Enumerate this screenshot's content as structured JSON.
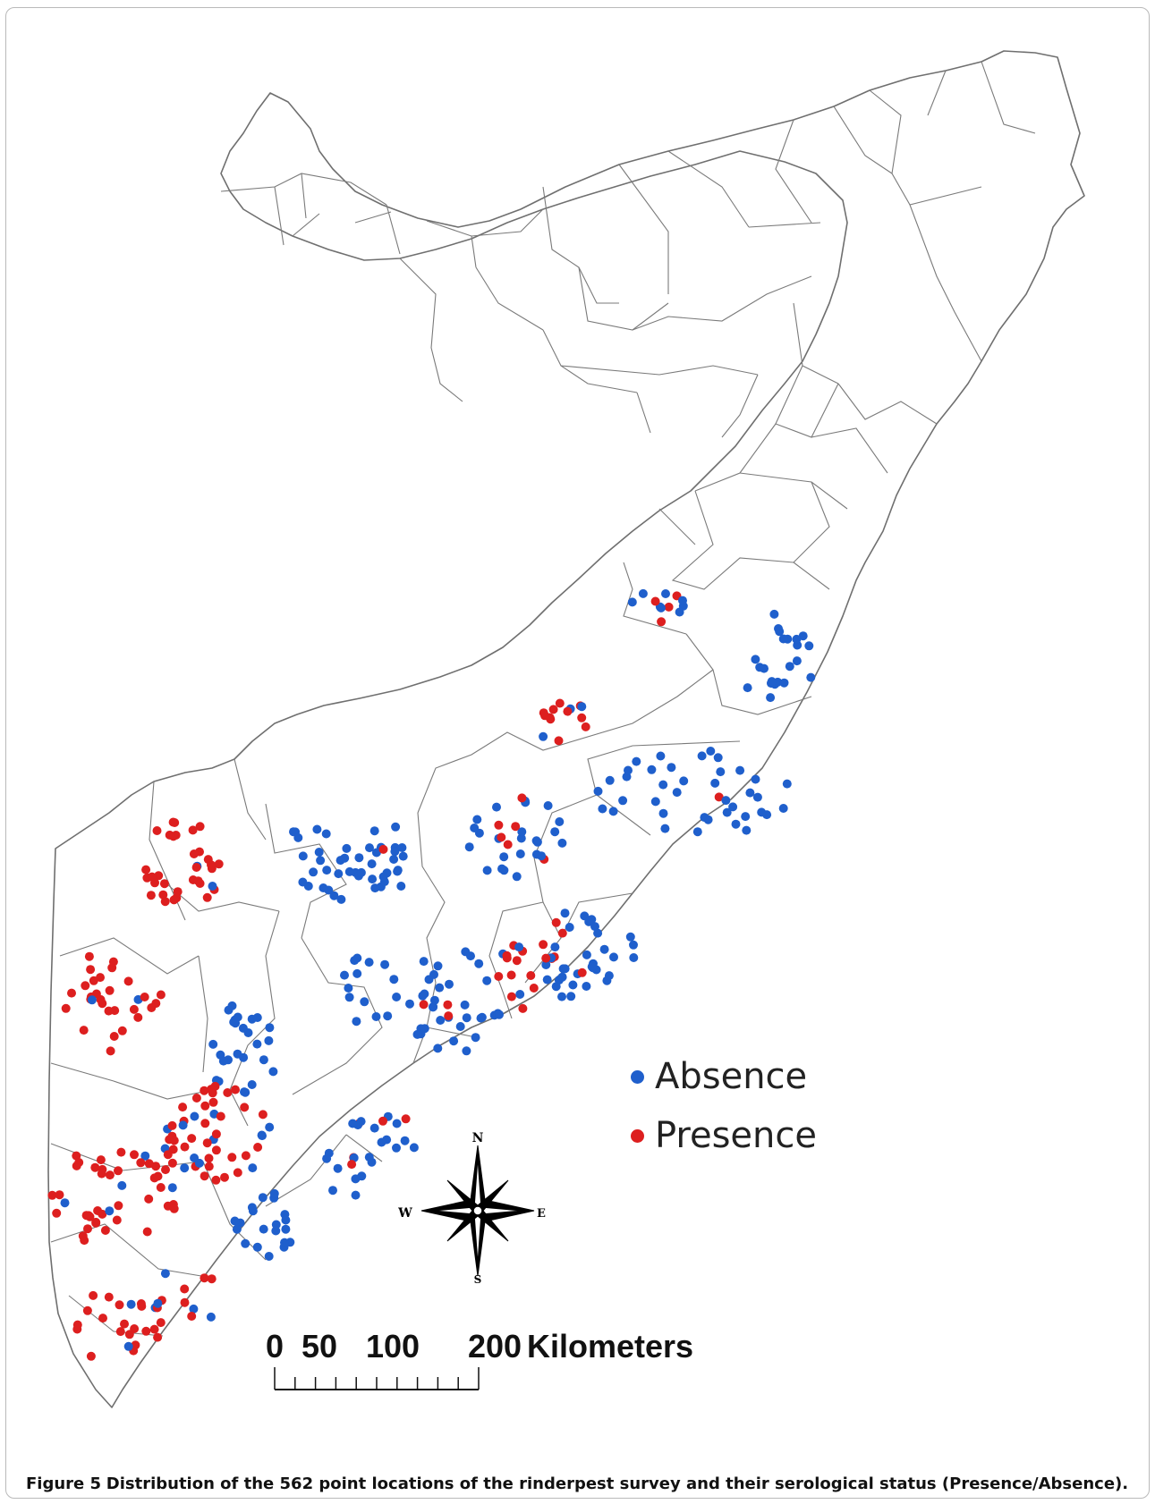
{
  "legend": {
    "items": [
      {
        "label": "Absence",
        "color": "#1f5fcc"
      },
      {
        "label": "Presence",
        "color": "#dd1f1f"
      }
    ]
  },
  "compass": {
    "north": "N",
    "south": "S",
    "east": "E",
    "west": "W"
  },
  "scale_bar": {
    "ticks": [
      "0",
      "50",
      "100",
      "200"
    ],
    "unit": "Kilometers"
  },
  "caption": {
    "label": "Figure 5",
    "text": "Distribution of the 562 point locations of the rinderpest survey and their serological status (Presence/Absence)."
  },
  "colors": {
    "absence": "#1f5fcc",
    "presence": "#dd1f1f",
    "boundary": "#7a7a7a"
  }
}
